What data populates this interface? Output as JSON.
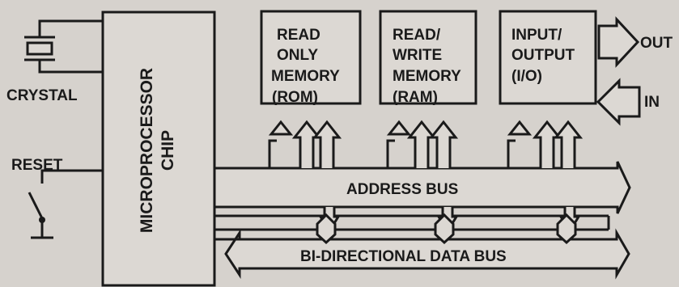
{
  "labels": {
    "crystal": "CRYSTAL",
    "reset": "RESET",
    "chip_line1": "MICROPROCESSOR",
    "chip_line2": "CHIP",
    "rom": [
      "READ",
      "ONLY",
      "MEMORY",
      "(ROM)"
    ],
    "ram": [
      "READ/",
      "WRITE",
      "MEMORY",
      "(RAM)"
    ],
    "io": [
      "INPUT/",
      "OUTPUT",
      "(I/O)"
    ],
    "out": "OUT",
    "in": "IN",
    "address_bus": "ADDRESS BUS",
    "data_bus": "BI-DIRECTIONAL DATA BUS"
  },
  "colors": {
    "line": "#1a1a1a",
    "background": "#d6d2cd",
    "fill": "#dcd8d3"
  }
}
